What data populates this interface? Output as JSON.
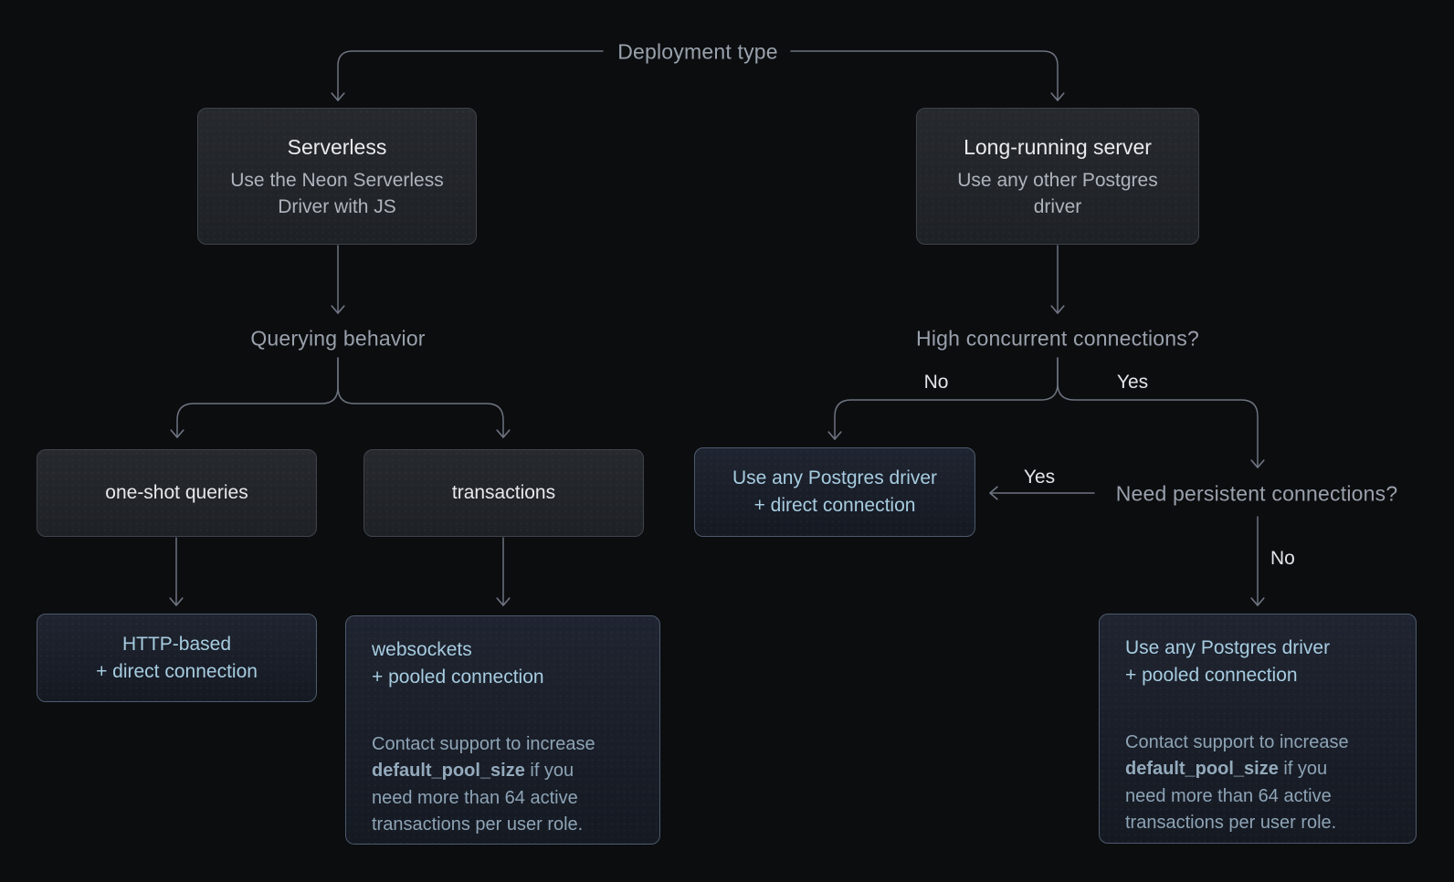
{
  "root": {
    "label": "Deployment type"
  },
  "branch_labels": {
    "querying_behavior": "Querying behavior",
    "high_concurrent": "High concurrent connections?",
    "need_persistent": "Need persistent connections?",
    "no_left": "No",
    "yes_right": "Yes",
    "yes_persistent": "Yes",
    "no_persistent": "No"
  },
  "nodes": {
    "serverless": {
      "title": "Serverless",
      "subtitle": "Use the Neon Serverless\nDriver with JS"
    },
    "long_running": {
      "title": "Long-running server",
      "subtitle": "Use any other Postgres\ndriver"
    },
    "one_shot": {
      "title": "one-shot queries"
    },
    "transactions": {
      "title": "transactions"
    },
    "http_based": {
      "title": "HTTP-based\n+ direct connection"
    },
    "websockets": {
      "title": "websockets\n+ pooled connection",
      "note_prefix": "Contact support to increase\n",
      "note_bold": "default_pool_size",
      "note_suffix": " if you\nneed more than 64 active\ntransactions per user role."
    },
    "direct_driver": {
      "title": "Use any Postgres driver\n+ direct connection"
    },
    "pooled_driver": {
      "title": "Use any Postgres driver\n+ pooled connection",
      "note_prefix": "Contact support to increase\n",
      "note_bold": "default_pool_size",
      "note_suffix": " if you\nneed more than 64 active\ntransactions per user role."
    }
  },
  "colors": {
    "background": "#0c0d0f",
    "line": "#6d7480",
    "flow_label_text": "#99a1ac",
    "edge_label_text": "#e2e5e9",
    "node_title": "#e9ebee",
    "node_subtitle": "#aeb4bd",
    "gray_node_border": "#3e434b",
    "blue_node_border": "#4d5a6e",
    "accent_blue_text": "#a6cce0",
    "note_text": "#8da4b6"
  }
}
